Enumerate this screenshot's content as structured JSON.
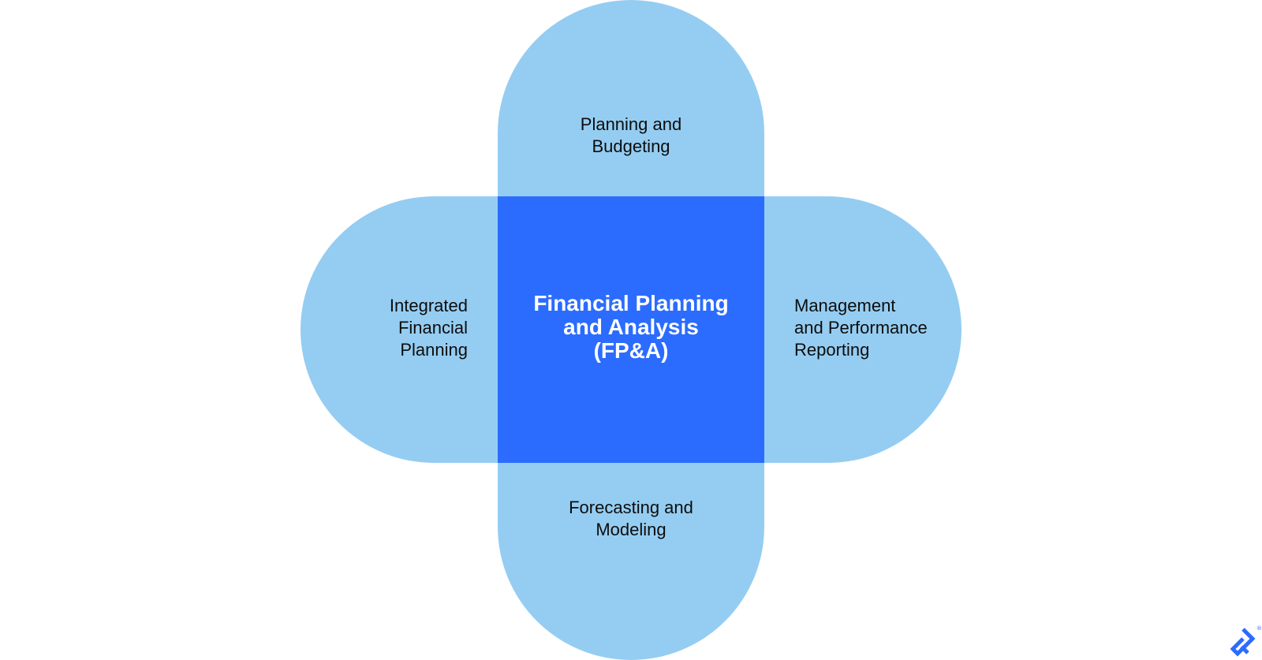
{
  "diagram": {
    "center": {
      "label": "Financial Planning\nand Analysis\n(FP&A)"
    },
    "petals": {
      "top": "Planning and\nBudgeting",
      "left": "Integrated\nFinancial\nPlanning",
      "right": "Management\nand Performance\nReporting",
      "bottom": "Forecasting and\nModeling"
    }
  },
  "colors": {
    "petal": "#95cdf2",
    "center": "#2b6cff",
    "label_text": "#0d0d0d",
    "center_text": "#ffffff",
    "logo": "#2b6cff"
  },
  "logo": {
    "icon": "toptal-logo-icon",
    "mark": "®"
  }
}
